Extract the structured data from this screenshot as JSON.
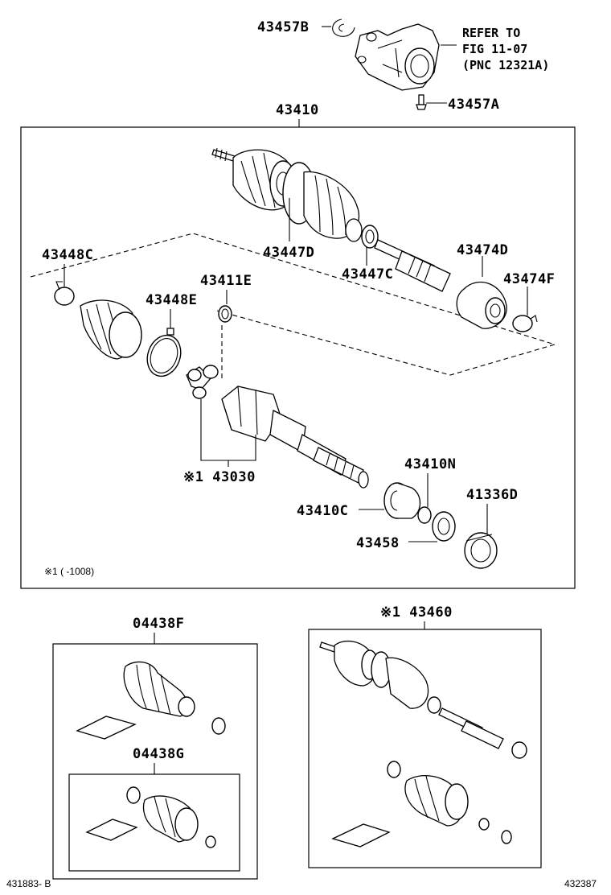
{
  "labels": {
    "p43457B": "43457B",
    "refer1": "REFER TO",
    "refer2": "FIG 11-07",
    "refer3": "(PNC 12321A)",
    "p43457A": "43457A",
    "p43410": "43410",
    "p43448C": "43448C",
    "p43447D": "43447D",
    "p43474D": "43474D",
    "p43411E": "43411E",
    "p43447C": "43447C",
    "p43474F": "43474F",
    "p43448E": "43448E",
    "p43030": "※1 43030",
    "p43410N": "43410N",
    "p41336D": "41336D",
    "p43410C": "43410C",
    "p43458": "43458",
    "footnote": "※1 (      -1008)",
    "p04438F": "04438F",
    "p04438G": "04438G",
    "p43460": "※1 43460",
    "code_left": "431883- B",
    "code_right": "432387"
  }
}
